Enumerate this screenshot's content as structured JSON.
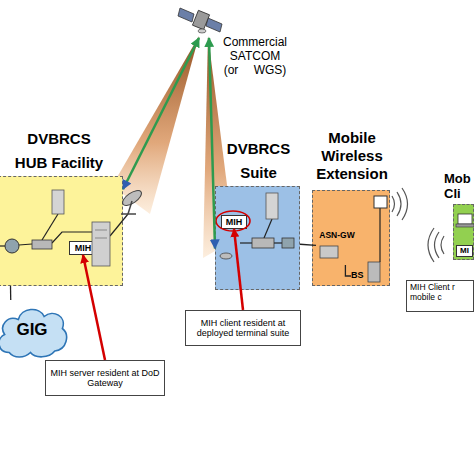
{
  "diagram": {
    "nodes": [
      {
        "text": [
          "Commercial SATCOM (or WGS)"
        ]
      },
      {
        "text": [
          "DVBRCS HUB Facility"
        ]
      },
      {
        "text": [
          "MIH"
        ],
        "in": 1
      },
      {
        "text": [
          "GIG"
        ]
      },
      {
        "text": [
          "MIH server resident at DoD Gateway"
        ]
      },
      {
        "text": [
          "DVBRCS Suite"
        ]
      },
      {
        "text": [
          "MIH"
        ],
        "in": 5
      },
      {
        "text": [
          "MIH client resident at deployed terminal suite"
        ]
      },
      {
        "text": [
          "Mobile Wireless Extension"
        ]
      },
      {
        "text": [
          "ASN-GW"
        ],
        "in": 8
      },
      {
        "text": [
          "BS"
        ],
        "in": 8
      },
      {
        "text": [
          "Mob Cli"
        ]
      },
      {
        "text": [
          "MI"
        ],
        "in": 11
      },
      {
        "text": [
          "MIH Client r mobile c"
        ]
      }
    ],
    "edges": [
      {
        "from": 0,
        "to": 1,
        "arrow": "both"
      },
      {
        "from": 0,
        "to": 5,
        "arrow": "both"
      },
      {
        "from": 4,
        "to": 2,
        "arrow": "to"
      },
      {
        "from": 7,
        "to": 6,
        "arrow": "to"
      },
      {
        "from": 1,
        "to": 3,
        "arrow": "none"
      },
      {
        "from": 5,
        "to": 9,
        "arrow": "none"
      },
      {
        "from": 9,
        "to": 10,
        "arrow": "none"
      }
    ]
  }
}
